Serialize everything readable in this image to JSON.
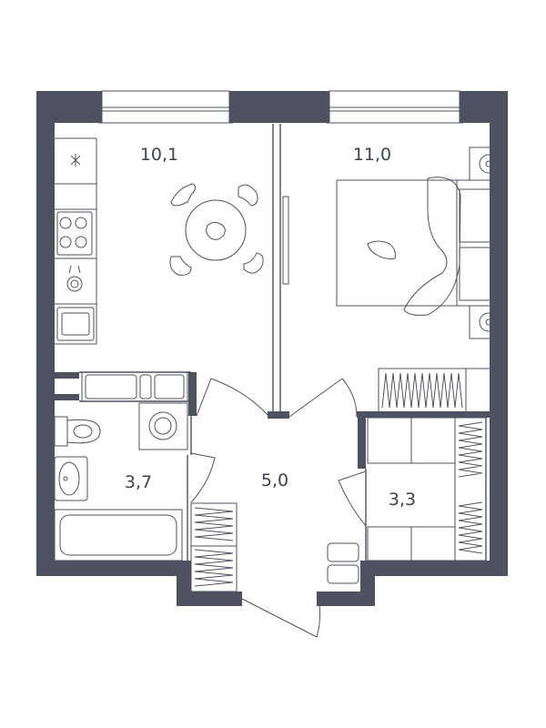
{
  "rooms": {
    "kitchen": {
      "area": "10,1"
    },
    "bedroom": {
      "area": "11,0"
    },
    "bathroom": {
      "area": "3,7"
    },
    "hall": {
      "area": "5,0"
    },
    "storage": {
      "area": "3,3"
    }
  },
  "colors": {
    "wall": "#4d5160",
    "text": "#3d4350",
    "background": "#ffffff"
  }
}
